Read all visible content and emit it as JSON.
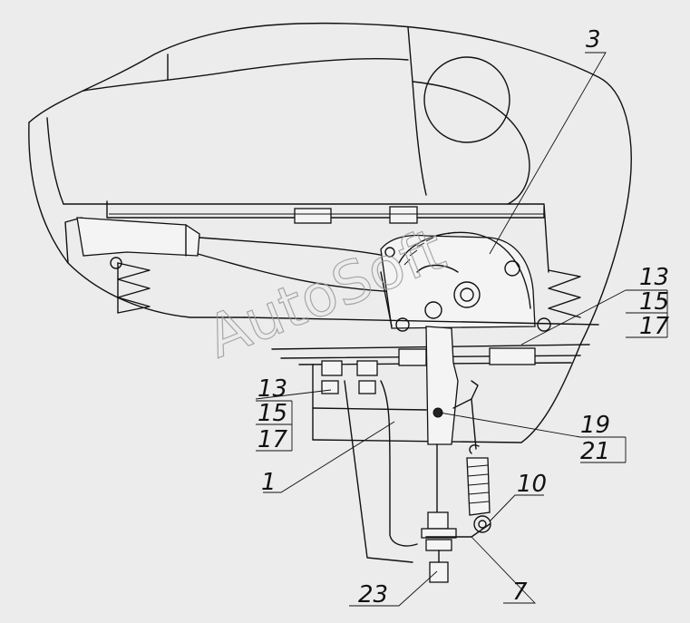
{
  "watermark": "AutoSoft",
  "callouts": {
    "c3": "3",
    "c13_right": "13",
    "c15_right": "15",
    "c17_right": "17",
    "c13_left": "13",
    "c15_left": "15",
    "c17_left": "17",
    "c19": "19",
    "c21": "21",
    "c10": "10",
    "c1": "1",
    "c23": "23",
    "c7": "7"
  }
}
